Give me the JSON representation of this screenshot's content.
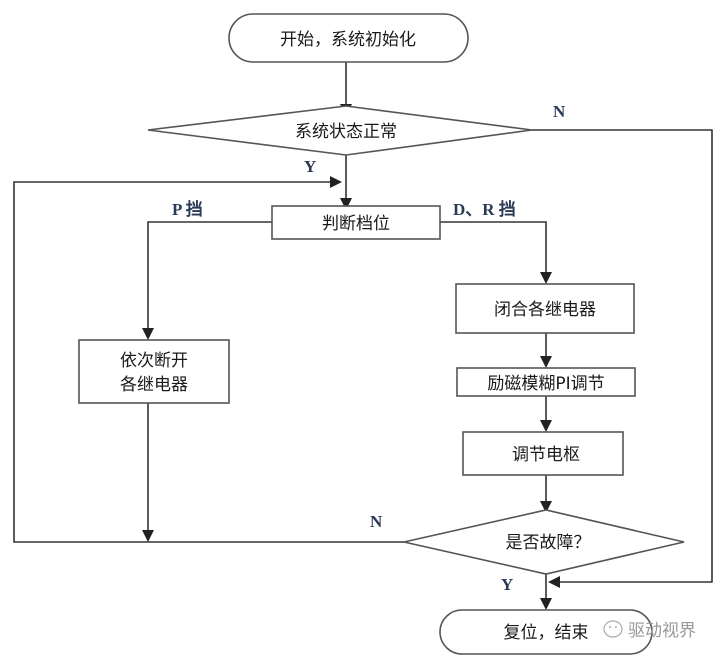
{
  "nodes": {
    "start": "开始，系统初始化",
    "check_status": "系统状态正常",
    "judge_gear": "判断档位",
    "open_relays_line1": "依次断开",
    "open_relays_line2": "各继电器",
    "close_relays": "闭合各继电器",
    "excitation": "励磁模糊PI调节",
    "armature": "调节电枢",
    "fault_check": "是否故障？",
    "end": "复位，结束"
  },
  "branch_labels": {
    "status_no": "N",
    "status_yes": "Y",
    "gear_p": "P 挡",
    "gear_dr": "D、R 挡",
    "fault_no": "N",
    "fault_yes": "Y"
  },
  "watermark": {
    "icon": "wechat-icon",
    "text": "驱动视界"
  }
}
